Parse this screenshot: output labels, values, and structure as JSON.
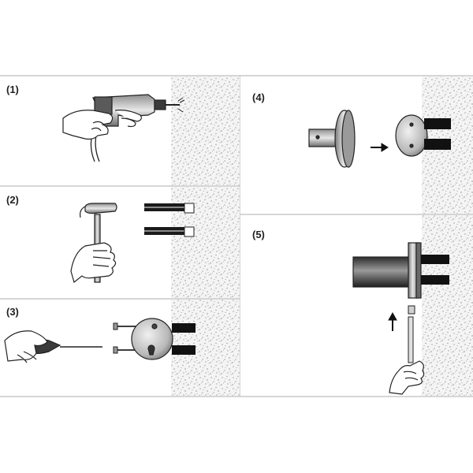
{
  "steps": [
    {
      "id": "step-1",
      "label": "(1)"
    },
    {
      "id": "step-2",
      "label": "(2)"
    },
    {
      "id": "step-3",
      "label": "(3)"
    },
    {
      "id": "step-4",
      "label": "(4)"
    },
    {
      "id": "step-5",
      "label": "(5)"
    }
  ],
  "icons": {
    "step1": [
      "hand-icon",
      "power-drill-icon",
      "wall-texture"
    ],
    "step2": [
      "hand-icon",
      "hammer-icon",
      "wall-plug-icon",
      "wall-texture"
    ],
    "step3": [
      "hand-icon",
      "screwdriver-icon",
      "screw-icon",
      "mounting-plate-icon",
      "wall-texture"
    ],
    "step4": [
      "holder-bar-icon",
      "arrow-right-icon",
      "mounting-plate-icon",
      "wall-texture"
    ],
    "step5": [
      "holder-bar-icon",
      "arrow-up-icon",
      "grub-screw-icon",
      "allen-key-icon",
      "hand-icon",
      "wall-texture"
    ]
  },
  "colors": {
    "line": "#222222",
    "metal_light": "#cfcfcf",
    "metal_dark": "#5a5a5a",
    "plug": "#1a1a1a",
    "wall_base": "#f4f4f4",
    "wall_speckle": "#b8b8b8",
    "divider": "#c8c8c8"
  }
}
